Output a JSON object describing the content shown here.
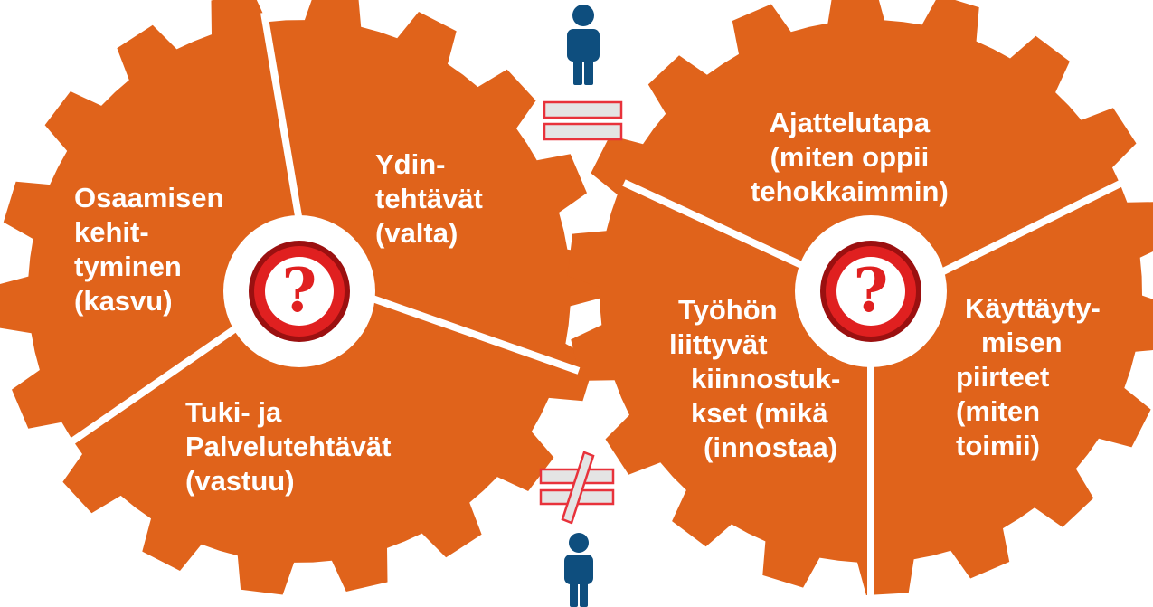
{
  "colors": {
    "gear": "#E0631B",
    "hub": "#ffffff",
    "divider": "#ffffff",
    "person": "#0E4E7E",
    "sign_fill": "#E4E4E4",
    "sign_border": "#E8323B",
    "question_red": "#E02020"
  },
  "icons": {
    "person_top": "person-icon",
    "person_bottom": "person-icon",
    "equals": "equals-sign-icon",
    "not_equals": "not-equal-sign-icon",
    "question_left": "question-mark-icon",
    "question_right": "question-mark-icon"
  },
  "left_gear": {
    "segments": [
      {
        "lines": [
          "Osaamisen",
          "kehit-",
          "tyminen",
          "(kasvu)"
        ]
      },
      {
        "lines": [
          "Ydin-",
          "tehtävät",
          "(valta)"
        ]
      },
      {
        "lines": [
          "Tuki- ja",
          "Palvelutehtävät",
          "(vastuu)"
        ]
      }
    ]
  },
  "right_gear": {
    "segments": [
      {
        "lines": [
          "Ajattelutapa",
          "(miten oppii",
          "tehokkaimmin)"
        ]
      },
      {
        "lines": [
          "Työhön",
          "liittyvät",
          "kiinnostuk-",
          "kset (mikä",
          "(innostaa)"
        ]
      },
      {
        "lines": [
          "Käyttäyty-",
          "misen",
          "piirteet",
          "(miten",
          "toimii)"
        ]
      }
    ]
  }
}
